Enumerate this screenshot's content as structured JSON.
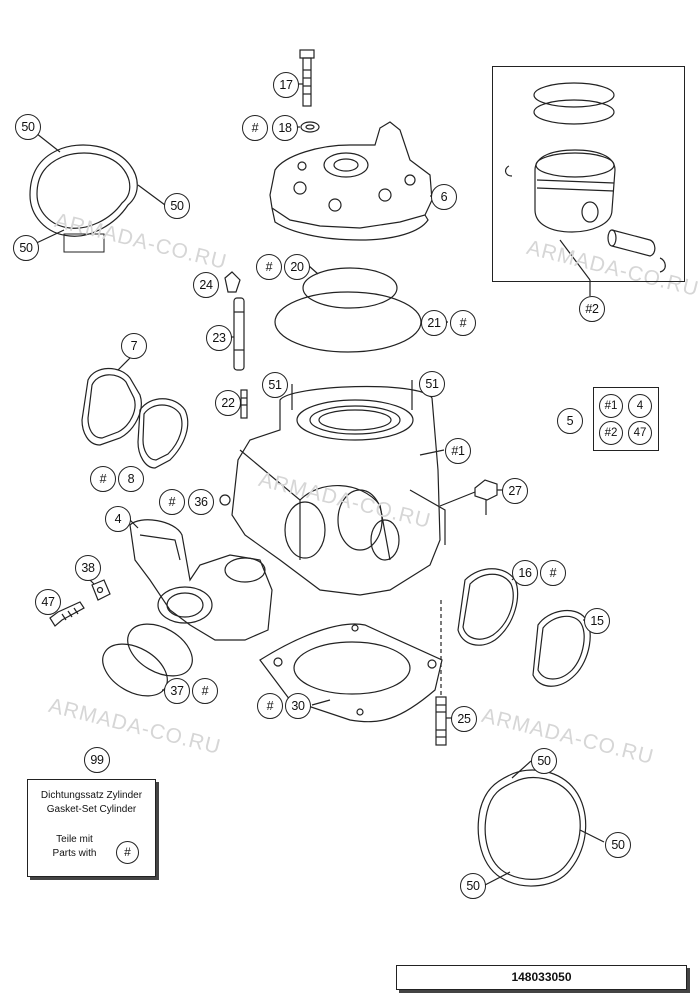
{
  "diagram": {
    "id_label": "148033050",
    "watermark_text": "ARMADA-CO.RU",
    "kit_box": {
      "line1": "Dichtungssatz Zylinder",
      "line2": "Gasket-Set Cylinder",
      "line3": "Teile mit",
      "line4": "Parts with",
      "symbol": "#"
    },
    "set_box": {
      "items": [
        "#1",
        "4",
        "#2",
        "47"
      ]
    },
    "callouts": {
      "c17": "17",
      "c18": "18",
      "c18h": "#",
      "c6": "6",
      "c50a": "50",
      "c50b": "50",
      "c50c": "50",
      "c20": "20",
      "c20h": "#",
      "c24": "24",
      "c21": "21",
      "c21h": "#",
      "c23": "23",
      "c2": "#2",
      "c7": "7",
      "c51a": "51",
      "c51b": "51",
      "c22": "22",
      "c5": "5",
      "c1": "#1",
      "c8": "8",
      "c8h": "#",
      "c36": "36",
      "c36h": "#",
      "c27": "27",
      "c4": "4",
      "c16": "16",
      "c16h": "#",
      "c38": "38",
      "c15": "15",
      "c47": "47",
      "c37": "37",
      "c37h": "#",
      "c30": "30",
      "c30h": "#",
      "c25": "25",
      "c99": "99",
      "c50d": "50",
      "c50e": "50",
      "c50f": "50"
    }
  }
}
